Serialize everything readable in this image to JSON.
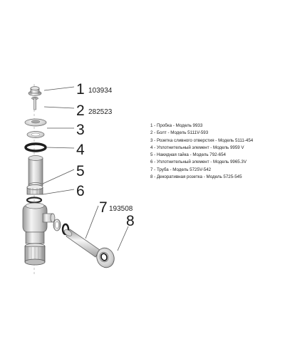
{
  "callouts": [
    {
      "num": "1",
      "code": "103934"
    },
    {
      "num": "2",
      "code": "282523"
    },
    {
      "num": "3",
      "code": ""
    },
    {
      "num": "4",
      "code": ""
    },
    {
      "num": "5",
      "code": ""
    },
    {
      "num": "6",
      "code": ""
    },
    {
      "num": "7",
      "code": "193508"
    },
    {
      "num": "8",
      "code": ""
    }
  ],
  "legend": [
    "1 - Пробка - Модель 9933",
    "2 - Болт - Модель 5111V-593",
    "3 - Розетка сливного отверстия - Модель 5111-454",
    "4 - Уплотнительный элемент - Модель 9959 V",
    "5 - Накидная гайка - Модель 792-654",
    "6 - Уплотнительный элемент - Модель 9965.3V",
    "7 - Труба - Модель 5725V-542",
    "8 - Декоративная розетка - Модель 5725-545"
  ],
  "colors": {
    "metal_light": "#f2f2f2",
    "metal_mid": "#c8c8c8",
    "metal_dark": "#8a8a8a",
    "rubber": "#1e1e1e",
    "line": "#555555"
  }
}
